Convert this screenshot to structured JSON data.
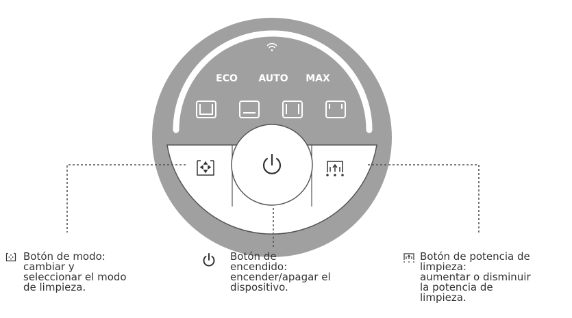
{
  "panel": {
    "modes": [
      "ECO",
      "AUTO",
      "MAX"
    ],
    "icons": {
      "wifi": "wifi-icon",
      "levels": [
        "suction-level-1-icon",
        "suction-level-2-icon",
        "suction-level-3-icon",
        "suction-level-4-icon"
      ],
      "mode_button": "mode-icon",
      "power_button": "power-icon",
      "suction_button": "suction-power-icon"
    }
  },
  "legend": [
    {
      "icon": "mode-icon",
      "title": "Botón de modo:",
      "lines": [
        "cambiar y",
        "seleccionar el modo",
        "de limpieza."
      ]
    },
    {
      "icon": "power-icon",
      "title": "Botón de",
      "lines": [
        "encendido:",
        "encender/apagar el",
        "dispositivo."
      ]
    },
    {
      "icon": "suction-power-icon",
      "title": "Botón de potencia de",
      "lines": [
        "limpieza:",
        "aumentar o disminuir",
        "la potencia de",
        "limpieza."
      ]
    }
  ],
  "colors": {
    "panel_grey": "#a0a0a0",
    "outline": "#555555",
    "text": "#333333",
    "white": "#ffffff"
  }
}
